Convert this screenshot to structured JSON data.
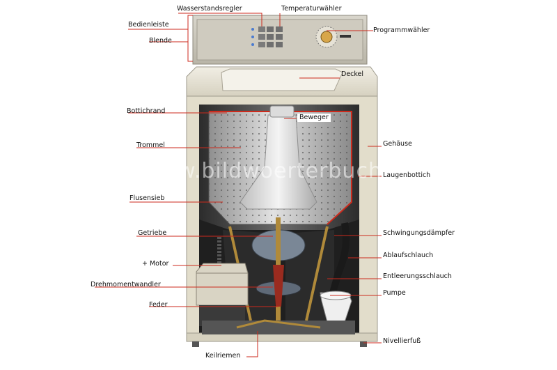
{
  "watermark": "www.bildwoerterbuch.com",
  "labels": {
    "wasserstandsregler": "Wasserstandsregler",
    "temperaturwaehler": "Temperaturwähler",
    "bedienleiste": "Bedienleiste",
    "blende": "Blende",
    "programmwaehler": "Programmwähler",
    "deckel": "Deckel",
    "bottichrand": "Bottichrand",
    "beweger": "Beweger",
    "trommel": "Trommel",
    "gehaeuse": "Gehäuse",
    "laugenbottich": "Laugenbottich",
    "flusensieb": "Flusensieb",
    "getriebe": "Getriebe",
    "schwingungsdaempfer": "Schwingungsdämpfer",
    "motor": "Motor",
    "ablaufschlauch": "Ablaufschlauch",
    "drehmomentwandler": "Drehmomentwandler",
    "entleerungsschlauch": "Entleerungsschlauch",
    "pumpe": "Pumpe",
    "feder": "Feder",
    "nivellierfuss": "Nivellierfuß",
    "keilriemen": "Keilriemen"
  },
  "colors": {
    "leader": "#cc2a1c",
    "body": "#e6e1d0",
    "drum": "#c9c9c9",
    "tub": "#4a4a4a",
    "brass": "#b08a3a"
  }
}
